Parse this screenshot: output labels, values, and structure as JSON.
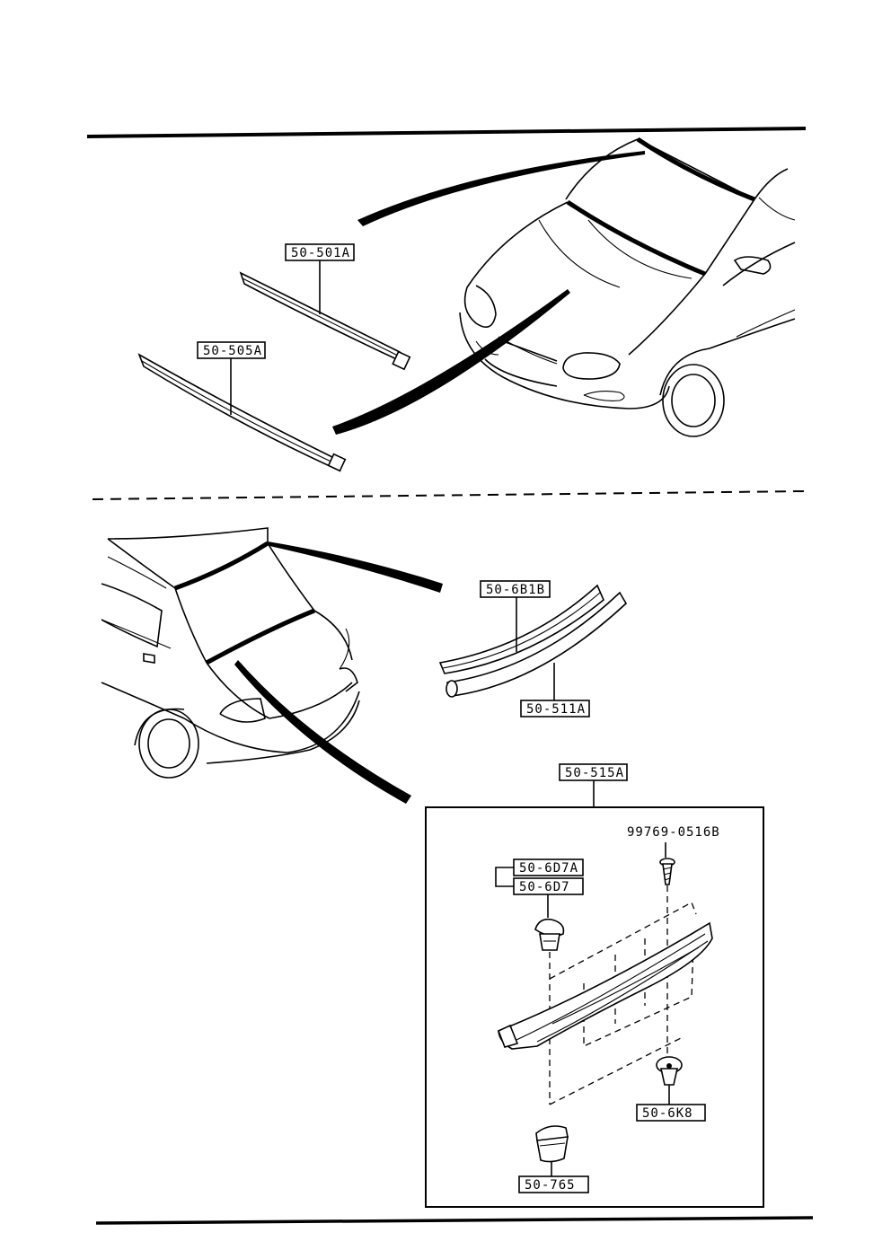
{
  "labels": {
    "front_upper_molding": "50-501A",
    "front_lower_molding": "50-505A",
    "rear_upper_molding": "50-6B1B",
    "rear_lower_molding": "50-511A",
    "rear_molding_assy": "50-515A",
    "screw": "99769-0516B",
    "fastener_a": "50-6D7A",
    "fastener_b": "50-6D7",
    "clip": "50-6K8",
    "retainer": "50-765"
  }
}
